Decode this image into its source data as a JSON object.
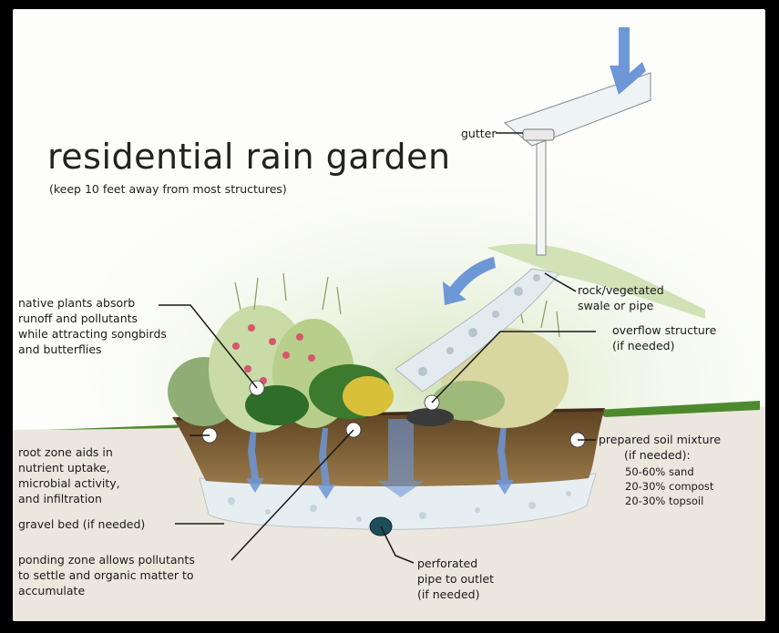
{
  "title": "residential rain garden",
  "subtitle": "(keep 10 feet away from most structures)",
  "labels": {
    "gutter": "gutter",
    "swale": [
      "rock/vegetated",
      "swale or pipe"
    ],
    "overflow": [
      "overflow structure",
      "(if needed)"
    ],
    "soil": [
      "prepared soil mixture",
      "(if needed):"
    ],
    "soil_mix": [
      "50-60% sand",
      "20-30% compost",
      "20-30% topsoil"
    ],
    "plants": [
      "native plants absorb",
      "runoff and pollutants",
      "while attracting songbirds",
      "and butterflies"
    ],
    "root": [
      "root zone aids in",
      "nutrient uptake,",
      "microbial activity,",
      "and infiltration"
    ],
    "gravel": "gravel bed (if needed)",
    "ponding": [
      "ponding zone allows pollutants",
      "to settle and organic matter to",
      "accumulate"
    ],
    "pipe": [
      "perforated",
      "pipe to outlet",
      "(if needed)"
    ]
  },
  "colors": {
    "water": "#6e97d8",
    "soil": "#7a5a32",
    "gravel": "#e4ecf0",
    "grass": "#4d8a2e"
  }
}
